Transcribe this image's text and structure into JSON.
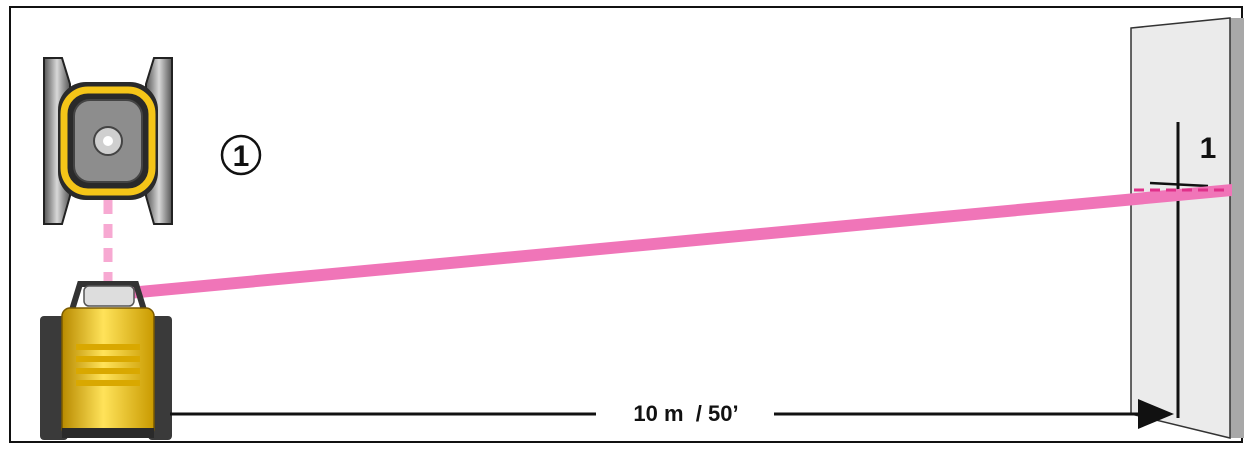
{
  "markers": {
    "device_top_view": "1",
    "wall": "1"
  },
  "distance_label": "10 m  / 50’",
  "colors": {
    "laser": "#f075b8",
    "laser_dark": "#e0308a",
    "device_yellow": "#f5c518",
    "device_body": "#2a2a2a",
    "wall_face": "#ebebeb",
    "wall_side": "#a8a8a8",
    "frame": "#111111"
  }
}
